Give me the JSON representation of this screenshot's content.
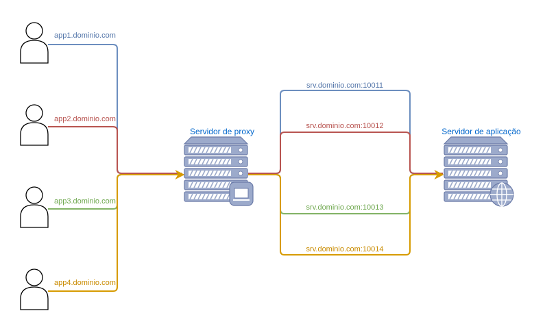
{
  "colors": {
    "blue": "#6c8ebf",
    "red": "#b85450",
    "green": "#82b366",
    "yellow": "#d79b00",
    "server_fill": "#9caacb",
    "server_stroke": "#6b7ba8",
    "title_blue": "#0066cc",
    "blue_text": "#5577aa",
    "red_text": "#b85450",
    "green_text": "#6fa84f",
    "yellow_text": "#c98b00"
  },
  "users": [
    {
      "label": "app1.dominio.com",
      "color": "blue"
    },
    {
      "label": "app2.dominio.com",
      "color": "red"
    },
    {
      "label": "app3.dominio.com",
      "color": "green"
    },
    {
      "label": "app4.dominio.com",
      "color": "yellow"
    }
  ],
  "proxy": {
    "title": "Servidor de proxy",
    "icon": "proxy-server-icon"
  },
  "app_server": {
    "title": "Servidor de aplicação",
    "icon": "web-server-icon"
  },
  "routes": [
    {
      "label": "srv.dominio.com:10011",
      "color": "blue"
    },
    {
      "label": "srv.dominio.com:10012",
      "color": "red"
    },
    {
      "label": "srv.dominio.com:10013",
      "color": "green"
    },
    {
      "label": "srv.dominio.com:10014",
      "color": "yellow"
    }
  ]
}
